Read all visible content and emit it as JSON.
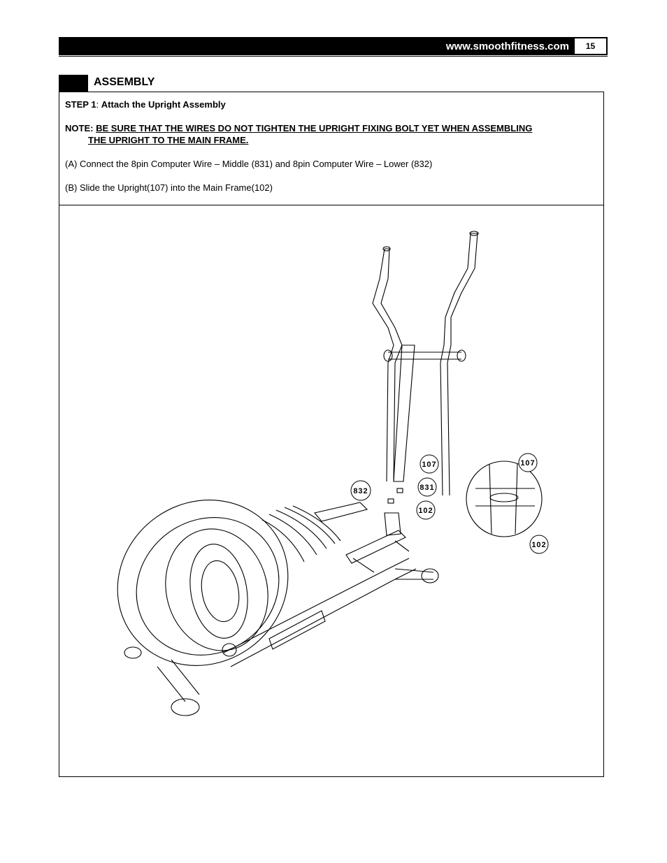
{
  "header": {
    "website": "www.smoothfitness.com",
    "page_number": "15"
  },
  "section": {
    "title": "ASSEMBLY"
  },
  "step": {
    "label": "STEP 1",
    "separator": ": ",
    "title": "Attach the Upright Assembly"
  },
  "note": {
    "label": "NOTE:",
    "line1": "BE SURE THAT THE WIRES DO NOT TIGHTEN THE UPRIGHT FIXING BOLT YET WHEN ASSEMBLING",
    "line2": "THE UPRIGHT TO THE MAIN FRAME."
  },
  "instructions": {
    "a": "(A) Connect the 8pin Computer Wire – Middle (831) and 8pin Computer Wire – Lower (832)",
    "b": "(B) Slide the Upright(107) into the Main Frame(102)"
  },
  "figure": {
    "callouts": {
      "c107_main": "107",
      "c831": "831",
      "c832": "832",
      "c102_main": "102",
      "c107_detail": "107",
      "c102_detail": "102"
    }
  }
}
